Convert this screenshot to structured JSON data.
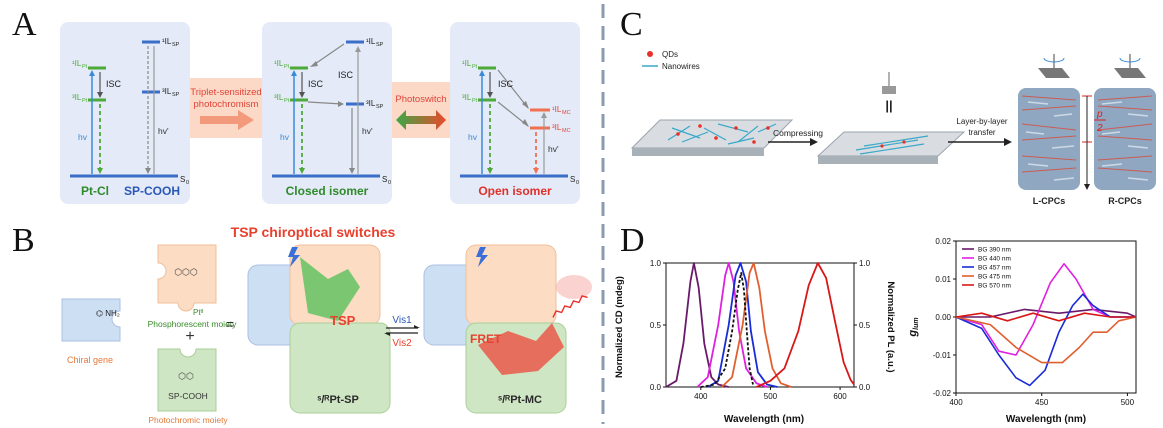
{
  "panels": {
    "a": {
      "letter": "A",
      "left_box": {
        "ilsp": "¹IL",
        "ilsp_sub": "SP",
        "ilpt1": "¹IL",
        "ilpt1_sub": "Pt",
        "isc": "ISC",
        "ilpt3": "³IL",
        "ilpt3_sub": "Pt",
        "ilsp3": "³IL",
        "ilsp3_sub": "SP",
        "hv": "hv",
        "hv2": "hv'",
        "s0": "S",
        "s0_sub": "0",
        "label1": "Pt-Cl",
        "label2": "SP-COOH"
      },
      "arrow1": {
        "line1": "Triplet-sensitized",
        "line2": "photochromism"
      },
      "middle_box": {
        "ilsp": "¹IL",
        "ilsp_sub": "SP",
        "ilpt1": "¹IL",
        "ilpt1_sub": "Pt",
        "isc1": "ISC",
        "isc2": "ISC",
        "ilpt3": "³IL",
        "ilpt3_sub": "Pt",
        "ilsp3": "³IL",
        "ilsp3_sub": "SP",
        "hv": "hv",
        "hv2": "hv'",
        "s0": "S",
        "s0_sub": "0",
        "label": "Closed isomer"
      },
      "arrow2": {
        "label": "Photoswitch"
      },
      "right_box": {
        "ilpt1": "¹IL",
        "ilpt1_sub": "Pt",
        "isc": "ISC",
        "ilpt3": "³IL",
        "ilpt3_sub": "Pt",
        "ilmc1": "¹IL",
        "ilmc1_sub": "MC",
        "ilmc3": "³IL",
        "ilmc3_sub": "MC",
        "hv": "hv",
        "hv2": "hv'",
        "s0": "S",
        "s0_sub": "0",
        "label": "Open isomer"
      }
    },
    "b": {
      "letter": "B",
      "title": "TSP chiroptical switches",
      "chiral_gene": "Chiral gene",
      "pt_label": "Ptᴵᴵ",
      "phosphorescent": "Phosphorescent moiety",
      "plus": "+",
      "equals": "=",
      "sp_cooh": "SP-COOH",
      "photochromic": "Photochromic moiety",
      "tsp": "TSP",
      "pt_sp": "ˢ/ᴿPt-SP",
      "vis1": "Vis1",
      "vis2": "Vis2",
      "fret": "FRET",
      "pt_mc": "ˢ/ᴿPt-MC"
    },
    "c": {
      "letter": "C",
      "legend_qds": "QDs",
      "legend_nanowires": "Nanowires",
      "compressing": "Compressing",
      "lbl_line1": "Layer-by-layer",
      "lbl_line2": "transfer",
      "pitch": "p",
      "pitch_den": "2",
      "l_cpcs": "L-CPCs",
      "r_cpcs": "R-CPCs"
    },
    "d": {
      "letter": "D",
      "left_ylabel": "Normalized CD (mdeg)",
      "right_ylabel": "Normalized PL (a.u.)",
      "xlabel": "Wavelength (nm)",
      "right_chart_ylabel": "g",
      "right_chart_ylabel_sub": "lum",
      "right_chart_xlabel": "Wavelength (nm)"
    }
  },
  "chart_data": [
    {
      "type": "line",
      "title": "",
      "xlabel": "Wavelength (nm)",
      "ylabel": "Normalized CD (mdeg)",
      "ylabel_right": "Normalized PL (a.u.)",
      "xlim": [
        350,
        620
      ],
      "ylim": [
        0,
        1.0
      ],
      "x_ticks": [
        "400",
        "500",
        "600"
      ],
      "y_ticks_left": [
        "0.0",
        "0.5",
        "1.0"
      ],
      "y_ticks_right": [
        "0.0",
        "0.5",
        "1.0"
      ],
      "series": [
        {
          "color": "#6a1a6a",
          "peak": 390,
          "width": 13,
          "values": [
            [
              350,
              0
            ],
            [
              365,
              0.05
            ],
            [
              375,
              0.35
            ],
            [
              385,
              0.85
            ],
            [
              390,
              1.0
            ],
            [
              397,
              0.8
            ],
            [
              405,
              0.35
            ],
            [
              415,
              0.08
            ],
            [
              425,
              0.02
            ],
            [
              440,
              0
            ]
          ]
        },
        {
          "color": "#e020e0",
          "peak": 440,
          "width": 14,
          "values": [
            [
              395,
              0
            ],
            [
              410,
              0.08
            ],
            [
              425,
              0.5
            ],
            [
              435,
              0.9
            ],
            [
              440,
              1.0
            ],
            [
              447,
              0.85
            ],
            [
              455,
              0.45
            ],
            [
              465,
              0.15
            ],
            [
              480,
              0.03
            ],
            [
              495,
              0
            ]
          ]
        },
        {
          "color": "#1a2bd8",
          "peak": 457,
          "width": 14,
          "values": [
            [
              410,
              0
            ],
            [
              425,
              0.05
            ],
            [
              440,
              0.5
            ],
            [
              450,
              0.9
            ],
            [
              457,
              1.0
            ],
            [
              465,
              0.85
            ],
            [
              472,
              0.45
            ],
            [
              482,
              0.12
            ],
            [
              495,
              0.02
            ],
            [
              510,
              0
            ]
          ]
        },
        {
          "color": "#e06030",
          "peak": 475,
          "width": 14,
          "values": [
            [
              430,
              0
            ],
            [
              445,
              0.08
            ],
            [
              460,
              0.5
            ],
            [
              470,
              0.92
            ],
            [
              476,
              1.0
            ],
            [
              484,
              0.8
            ],
            [
              492,
              0.45
            ],
            [
              503,
              0.15
            ],
            [
              515,
              0.03
            ],
            [
              530,
              0
            ]
          ]
        },
        {
          "color": "#d81818",
          "peak": 570,
          "width": 22,
          "values": [
            [
              480,
              0
            ],
            [
              500,
              0.05
            ],
            [
              520,
              0.15
            ],
            [
              540,
              0.45
            ],
            [
              555,
              0.82
            ],
            [
              568,
              1.0
            ],
            [
              580,
              0.88
            ],
            [
              592,
              0.55
            ],
            [
              605,
              0.2
            ],
            [
              615,
              0.06
            ],
            [
              620,
              0.02
            ]
          ]
        },
        {
          "color": "#111111",
          "dashed": true,
          "values": [
            [
              400,
              0
            ],
            [
              420,
              0.02
            ],
            [
              435,
              0.15
            ],
            [
              445,
              0.45
            ],
            [
              453,
              0.78
            ],
            [
              458,
              0.92
            ],
            [
              462,
              0.78
            ],
            [
              466,
              0.45
            ],
            [
              470,
              0.15
            ],
            [
              475,
              0.02
            ]
          ]
        }
      ]
    },
    {
      "type": "line",
      "title": "",
      "xlabel": "Wavelength (nm)",
      "ylabel": "g_lum",
      "xlim": [
        400,
        505
      ],
      "ylim": [
        -0.02,
        0.02
      ],
      "x_ticks": [
        "400",
        "450",
        "500"
      ],
      "y_ticks": [
        "0.02",
        "0.01",
        "0.00",
        "-0.01",
        "-0.02"
      ],
      "series": [
        {
          "name": "BG 390 nm",
          "color": "#6a1a6a",
          "values": [
            [
              400,
              0
            ],
            [
              420,
              0
            ],
            [
              440,
              0.002
            ],
            [
              460,
              0.001
            ],
            [
              480,
              0.002
            ],
            [
              500,
              0.001
            ],
            [
              505,
              0
            ]
          ]
        },
        {
          "name": "BG 440 nm",
          "color": "#e020e0",
          "values": [
            [
              400,
              0
            ],
            [
              415,
              -0.002
            ],
            [
              425,
              -0.009
            ],
            [
              435,
              -0.01
            ],
            [
              445,
              -0.002
            ],
            [
              455,
              0.009
            ],
            [
              463,
              0.014
            ],
            [
              470,
              0.01
            ],
            [
              480,
              0.002
            ],
            [
              490,
              0
            ],
            [
              505,
              0
            ]
          ]
        },
        {
          "name": "BG 457 nm",
          "color": "#1a2bd8",
          "values": [
            [
              400,
              0
            ],
            [
              415,
              -0.003
            ],
            [
              425,
              -0.01
            ],
            [
              435,
              -0.016
            ],
            [
              443,
              -0.018
            ],
            [
              452,
              -0.014
            ],
            [
              460,
              -0.004
            ],
            [
              468,
              0.003
            ],
            [
              474,
              0.006
            ],
            [
              480,
              0.003
            ],
            [
              490,
              0
            ],
            [
              505,
              0
            ]
          ]
        },
        {
          "name": "BG 475 nm",
          "color": "#e06030",
          "values": [
            [
              400,
              0
            ],
            [
              420,
              -0.002
            ],
            [
              435,
              -0.008
            ],
            [
              450,
              -0.012
            ],
            [
              462,
              -0.012
            ],
            [
              472,
              -0.008
            ],
            [
              480,
              -0.004
            ],
            [
              488,
              -0.004
            ],
            [
              495,
              -0.001
            ],
            [
              505,
              0
            ]
          ]
        },
        {
          "name": "BG 570 nm",
          "color": "#d81818",
          "values": [
            [
              400,
              0
            ],
            [
              415,
              0.001
            ],
            [
              430,
              -0.001
            ],
            [
              445,
              0.001
            ],
            [
              460,
              -0.001
            ],
            [
              475,
              0.001
            ],
            [
              490,
              0
            ],
            [
              505,
              0
            ]
          ]
        }
      ]
    }
  ]
}
